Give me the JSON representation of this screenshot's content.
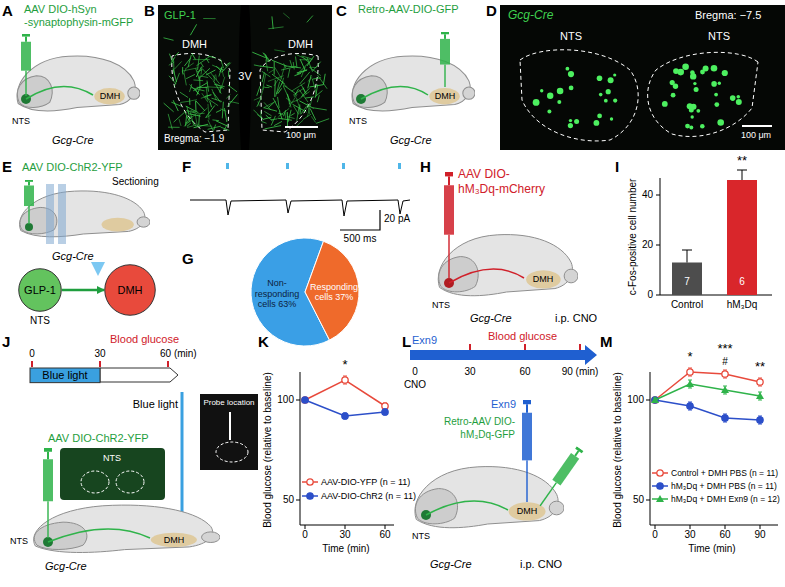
{
  "diagram": {
    "nodes": [
      {
        "text": [
          "GLP-1"
        ]
      },
      {
        "text": [
          "DMH"
        ]
      },
      {
        "text": [
          "Non-responding cells 63%"
        ]
      },
      {
        "text": [
          "Responding cells 37%"
        ]
      },
      {
        "text": [
          "Blue light"
        ]
      }
    ],
    "edges": [
      {
        "from": 0,
        "to": 1,
        "arrow": "to"
      }
    ],
    "labels": [
      "A",
      "AAV DIO-hSyn",
      "-synaptophysin-mGFP",
      "NTS",
      "DMH",
      "Gcg-Cre",
      "B",
      "GLP-1",
      "DMH",
      "DMH",
      "3V",
      "Bregma: −1.9",
      "100 μm",
      "C",
      "Retro-AAV-DIO-GFP",
      "NTS",
      "DMH",
      "Gcg-Cre",
      "D",
      "Gcg-Cre",
      "Bregma: −7.5",
      "NTS",
      "NTS",
      "100 μm",
      "E",
      "AAV DIO-ChR2-YFP",
      "Sectioning",
      "Gcg-Cre",
      "NTS",
      "F",
      "500 ms",
      "20 pA",
      "G",
      "H",
      "AAV DIO-",
      "hM₃Dq-mCherry",
      "NTS",
      "DMH",
      "Gcg-Cre",
      "i.p. CNO",
      "I",
      "c-Fos-positive cell number",
      "0",
      "20",
      "40",
      "**",
      "7",
      "6",
      "Control",
      "hM₃Dq",
      "J",
      "Blood glucose",
      "0",
      "30",
      "60 (min)",
      "AAV DIO-ChR2-YFP",
      "Blue light",
      "Probe location",
      "NTS",
      "NTS",
      "DMH",
      "Gcg-Cre",
      "K",
      "Blood glucose (relative to baseline)",
      "100",
      "50",
      "0",
      "30",
      "60",
      "Time (min)",
      "*",
      "L",
      "Exn9",
      "Blood glucose",
      "0",
      "CNO",
      "30",
      "60",
      "90 (min)",
      "Exn9",
      "Retro-AAV DIO-",
      "hM₃Dq-GFP",
      "NTS",
      "DMH",
      "Gcg-Cre",
      "i.p. CNO",
      "M",
      "Blood glucose (relative to baseline)",
      "100",
      "50",
      "0",
      "30",
      "60",
      "90",
      "Time (min)",
      "*",
      "***",
      "#",
      "**"
    ],
    "legend": [
      {
        "text": "AAV-DIO-YFP (n = 11)"
      },
      {
        "text": "AAV-DIO-ChR2 (n = 11)"
      },
      {
        "text": "Control + DMH PBS (n = 11)"
      },
      {
        "text": "hM₃Dq + DMH PBS (n = 11)"
      },
      {
        "text": "hM₃Dq + DMH Exn9 (n = 12)"
      }
    ]
  }
}
